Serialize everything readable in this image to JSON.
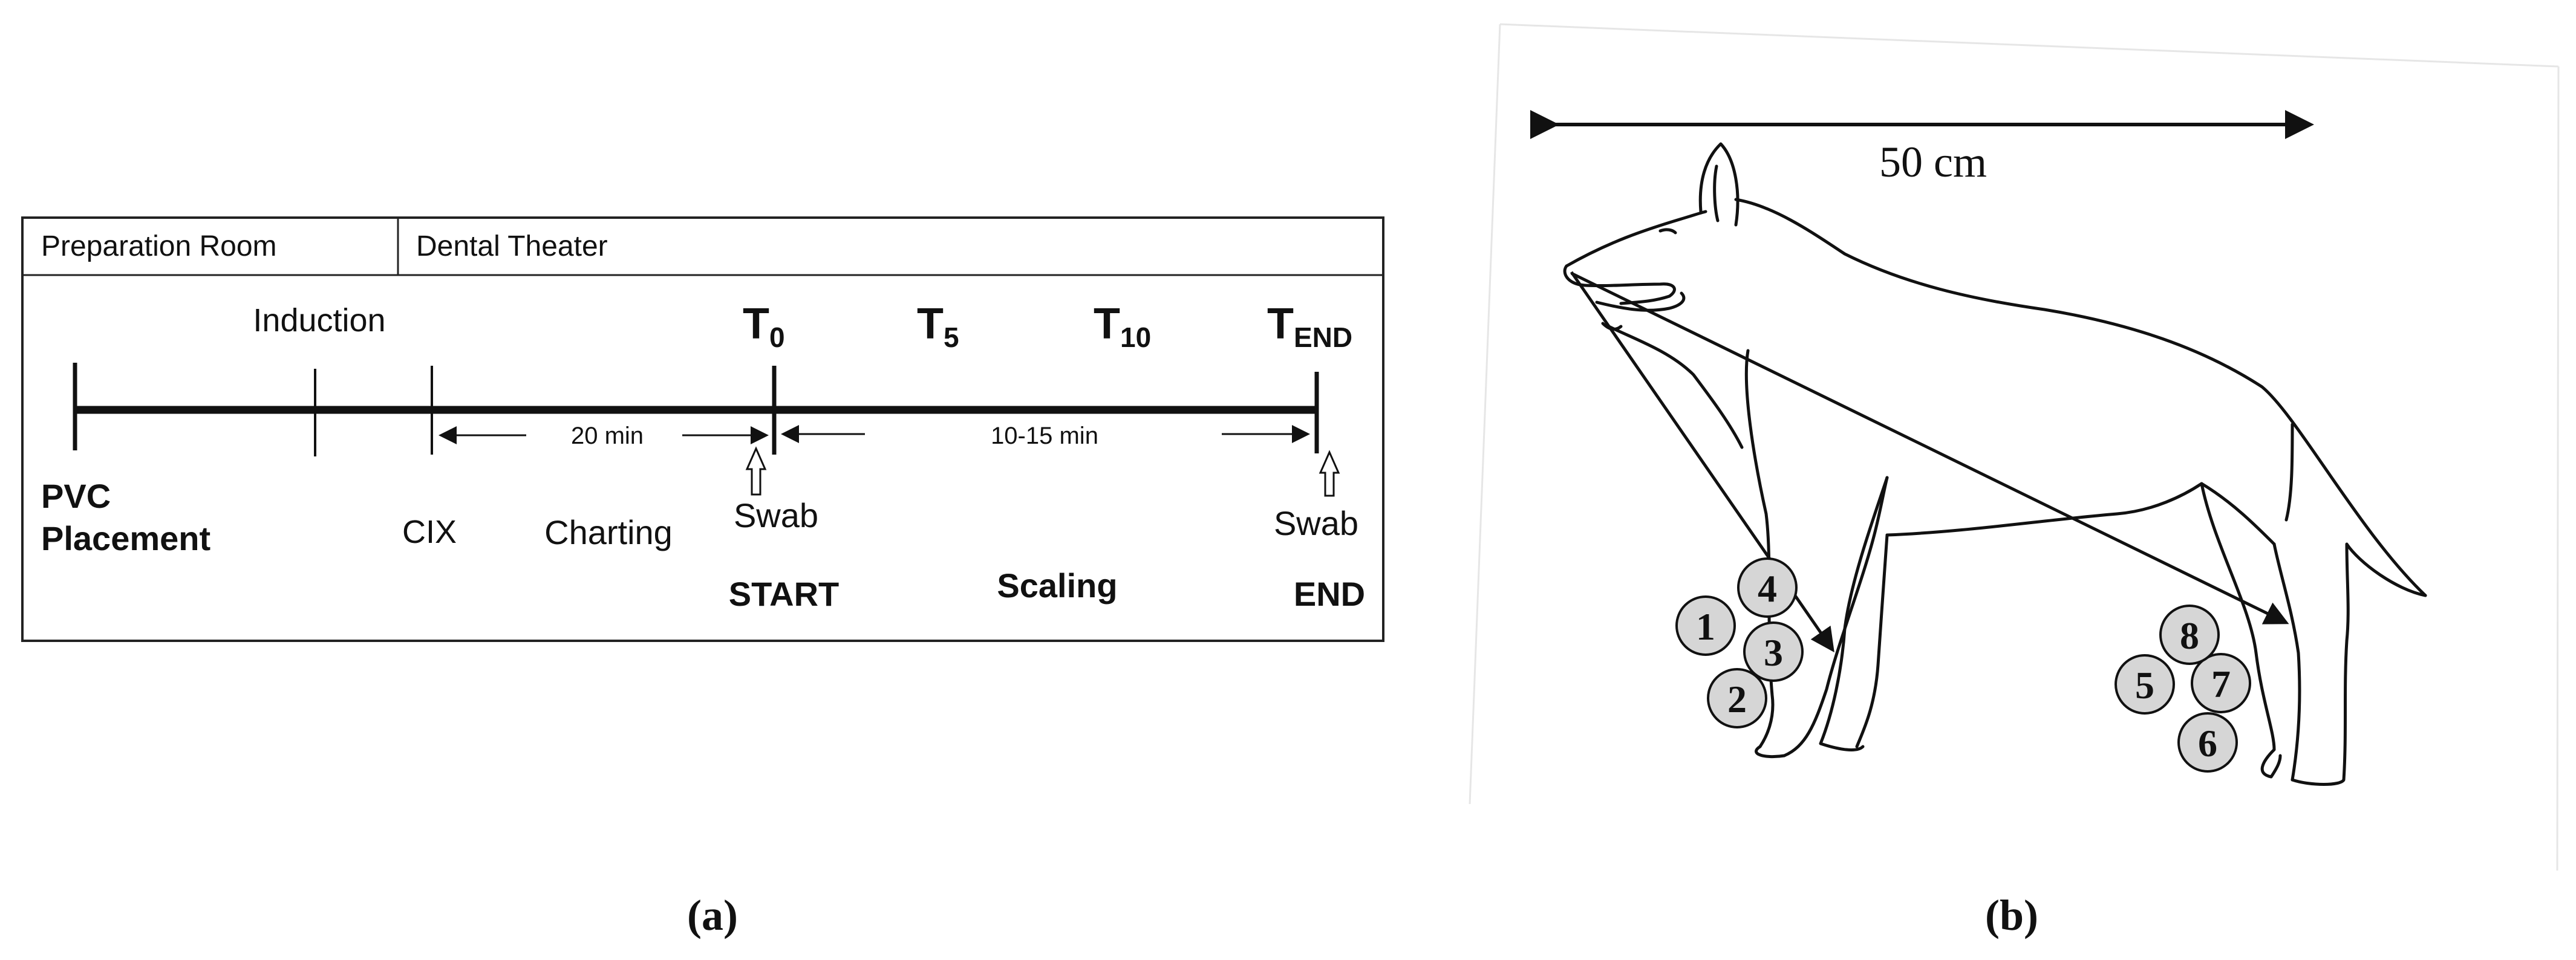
{
  "panel_a": {
    "header": {
      "preparation_room": "Preparation Room",
      "dental_theater": "Dental Theater"
    },
    "timeline": {
      "induction": "Induction",
      "t0": {
        "base": "T",
        "sub": "0"
      },
      "t5": {
        "base": "T",
        "sub": "5"
      },
      "t10": {
        "base": "T",
        "sub": "10"
      },
      "tend": {
        "base": "T",
        "sub": "END"
      },
      "interval_1": "20 min",
      "interval_2": "10-15 min",
      "pvc_line1": "PVC",
      "pvc_line2": "Placement",
      "cix": "CIX",
      "charting": "Charting",
      "swab_start": "Swab",
      "swab_end": "Swab",
      "start": "START",
      "scaling": "Scaling",
      "end": "END"
    },
    "caption": "(a)"
  },
  "panel_b": {
    "scale_label": "50 cm",
    "front_markers": [
      "1",
      "2",
      "3",
      "4"
    ],
    "hind_markers": [
      "5",
      "6",
      "7",
      "8"
    ],
    "caption": "(b)"
  }
}
